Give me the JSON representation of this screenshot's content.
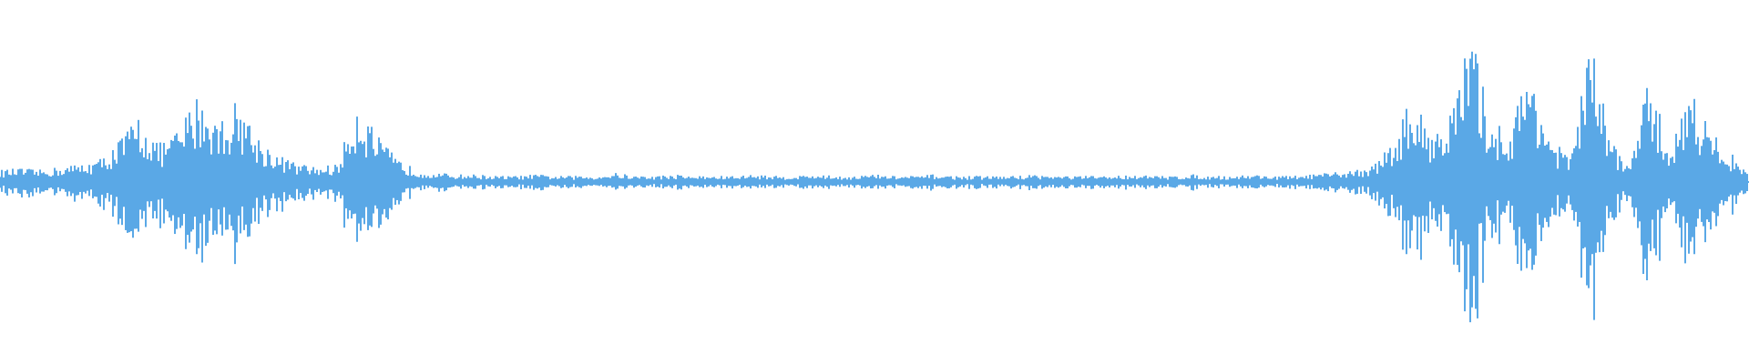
{
  "waveform": {
    "color": "#5aa8e6",
    "background": "#ffffff",
    "envelope": [
      0.08,
      0.09,
      0.08,
      0.1,
      0.12,
      0.15,
      0.28,
      0.45,
      0.25,
      0.35,
      0.6,
      0.4,
      0.55,
      0.3,
      0.18,
      0.12,
      0.1,
      0.12,
      0.55,
      0.3,
      0.15,
      0.08,
      0.06,
      0.05,
      0.05,
      0.04,
      0.04,
      0.05,
      0.04,
      0.04,
      0.04,
      0.06,
      0.04,
      0.04,
      0.05,
      0.04,
      0.04,
      0.04,
      0.05,
      0.04,
      0.04,
      0.05,
      0.04,
      0.04,
      0.05,
      0.04,
      0.04,
      0.05,
      0.04,
      0.04,
      0.04,
      0.04,
      0.05,
      0.04,
      0.04,
      0.04,
      0.04,
      0.05,
      0.04,
      0.04,
      0.05,
      0.04,
      0.04,
      0.05,
      0.04,
      0.04,
      0.05,
      0.06,
      0.08,
      0.1,
      0.25,
      0.55,
      0.35,
      0.45,
      1.0,
      0.4,
      0.35,
      0.8,
      0.3,
      0.15,
      0.95,
      0.3,
      0.1,
      0.7,
      0.2,
      0.65,
      0.35,
      0.2,
      0.08
    ]
  }
}
